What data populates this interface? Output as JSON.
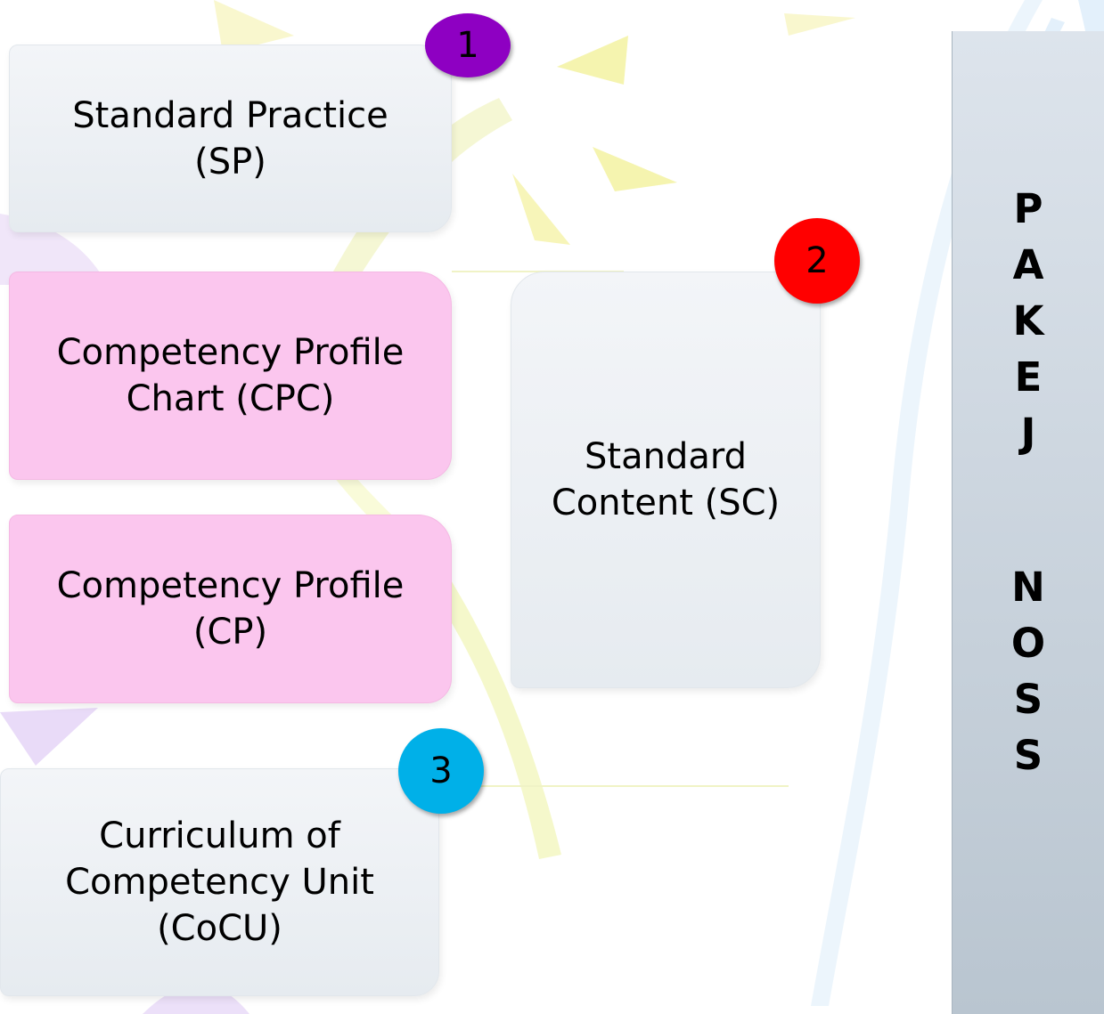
{
  "boxes": {
    "sp": "Standard Practice\n(SP)",
    "cpc": "Competency Profile\nChart (CPC)",
    "cp": "Competency Profile\n(CP)",
    "sc": "Standard\nContent (SC)",
    "cocu": "Curriculum of\nCompetency Unit\n(CoCU)"
  },
  "badges": {
    "one": "1",
    "two": "2",
    "three": "3"
  },
  "side_panel": {
    "word1": [
      "P",
      "A",
      "K",
      "E",
      "J"
    ],
    "word2": [
      "N",
      "O",
      "S",
      "S"
    ]
  },
  "colors": {
    "badge_1": "#8e00c2",
    "badge_2": "#ff0000",
    "badge_3": "#00b0e8",
    "pink_box": "#fbc6ee",
    "grey_box": "#e9eef2",
    "panel": "#c9d3dc"
  }
}
